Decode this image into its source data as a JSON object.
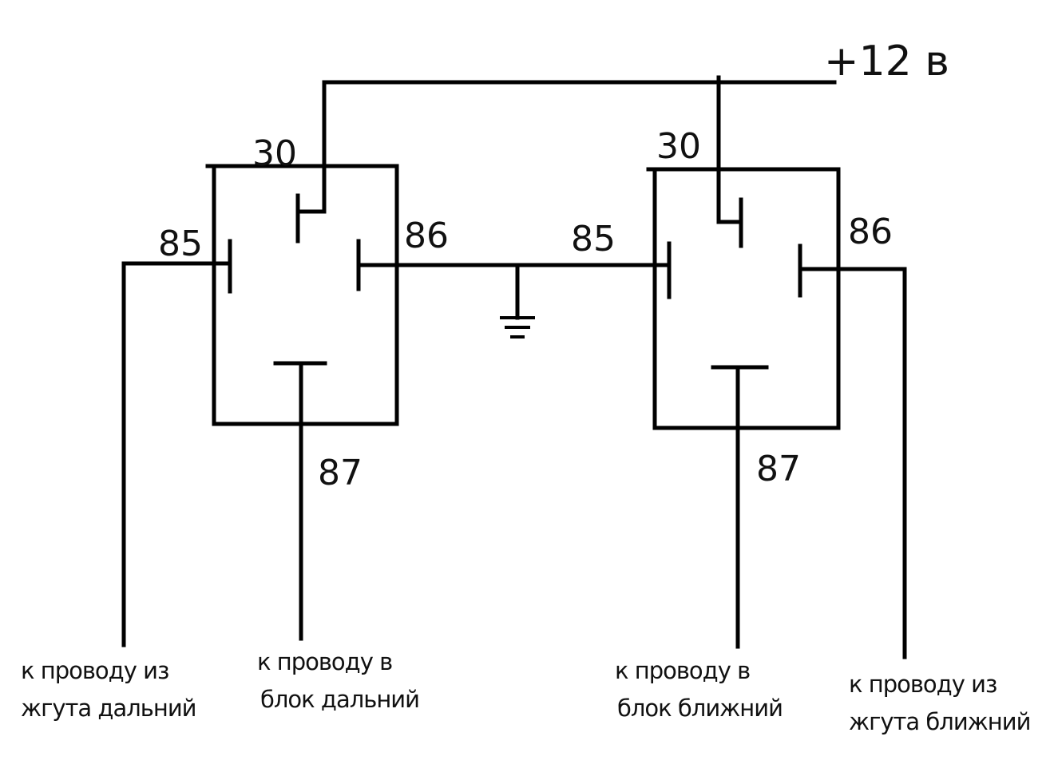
{
  "supply": {
    "label": "+12 в"
  },
  "relay_left": {
    "pin_30": "30",
    "pin_85": "85",
    "pin_86": "86",
    "pin_87": "87"
  },
  "relay_right": {
    "pin_30": "30",
    "pin_85": "85",
    "pin_86": "86",
    "pin_87": "87"
  },
  "notes": {
    "harness_high": [
      "к проводу из",
      "жгута дальний"
    ],
    "block_high": [
      "к проводу в",
      "блок дальний"
    ],
    "block_low": [
      "к проводу в",
      "блок ближний"
    ],
    "harness_low": [
      "к проводу из",
      "жгута ближний"
    ]
  }
}
